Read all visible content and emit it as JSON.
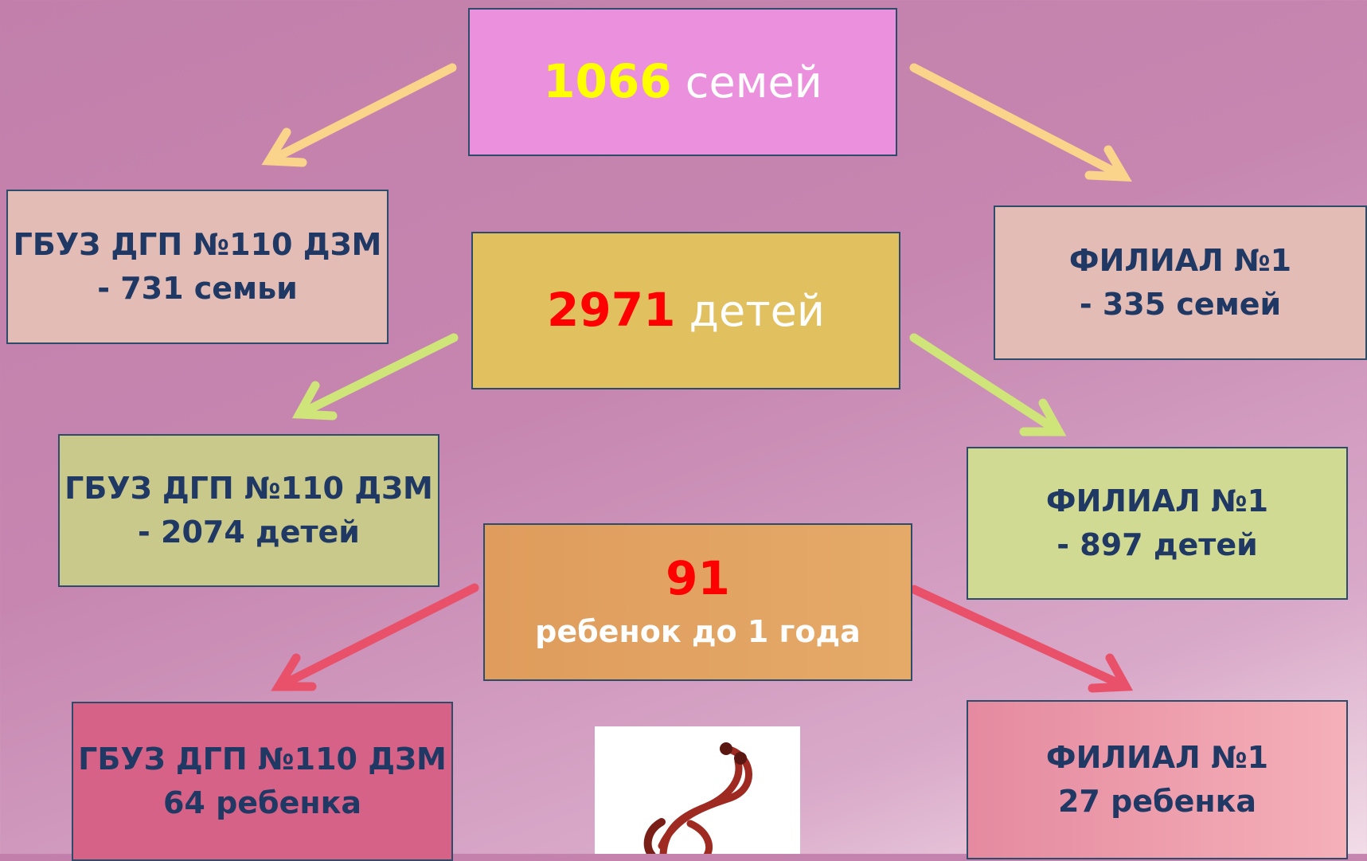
{
  "colors": {
    "arrow_families": "#fad48a",
    "arrow_children": "#cfe57a",
    "arrow_infants": "#e9516a",
    "number_families": "#ffff00",
    "number_red": "#ff0000",
    "side_text": "#1f3864"
  },
  "families": {
    "total_number": "1066",
    "total_label": " семей",
    "left_line1": "ГБУЗ ДГП №110 ДЗМ",
    "left_line2": "- 731 семьи",
    "right_line1": "ФИЛИАЛ №1",
    "right_line2": "- 335 семей"
  },
  "children": {
    "total_number": "2971",
    "total_label": " детей",
    "left_line1": "ГБУЗ ДГП №110 ДЗМ",
    "left_line2": "- 2074 детей",
    "right_line1": "ФИЛИАЛ №1",
    "right_line2": "- 897 детей"
  },
  "infants": {
    "total_number": "91",
    "total_label": "ребенок до 1 года",
    "left_line1": "ГБУЗ ДГП №110 ДЗМ",
    "left_line2": "64  ребенка",
    "right_line1": "ФИЛИАЛ №1",
    "right_line2": "27  ребенка"
  },
  "image": {
    "icon": "stethoscope-icon"
  }
}
